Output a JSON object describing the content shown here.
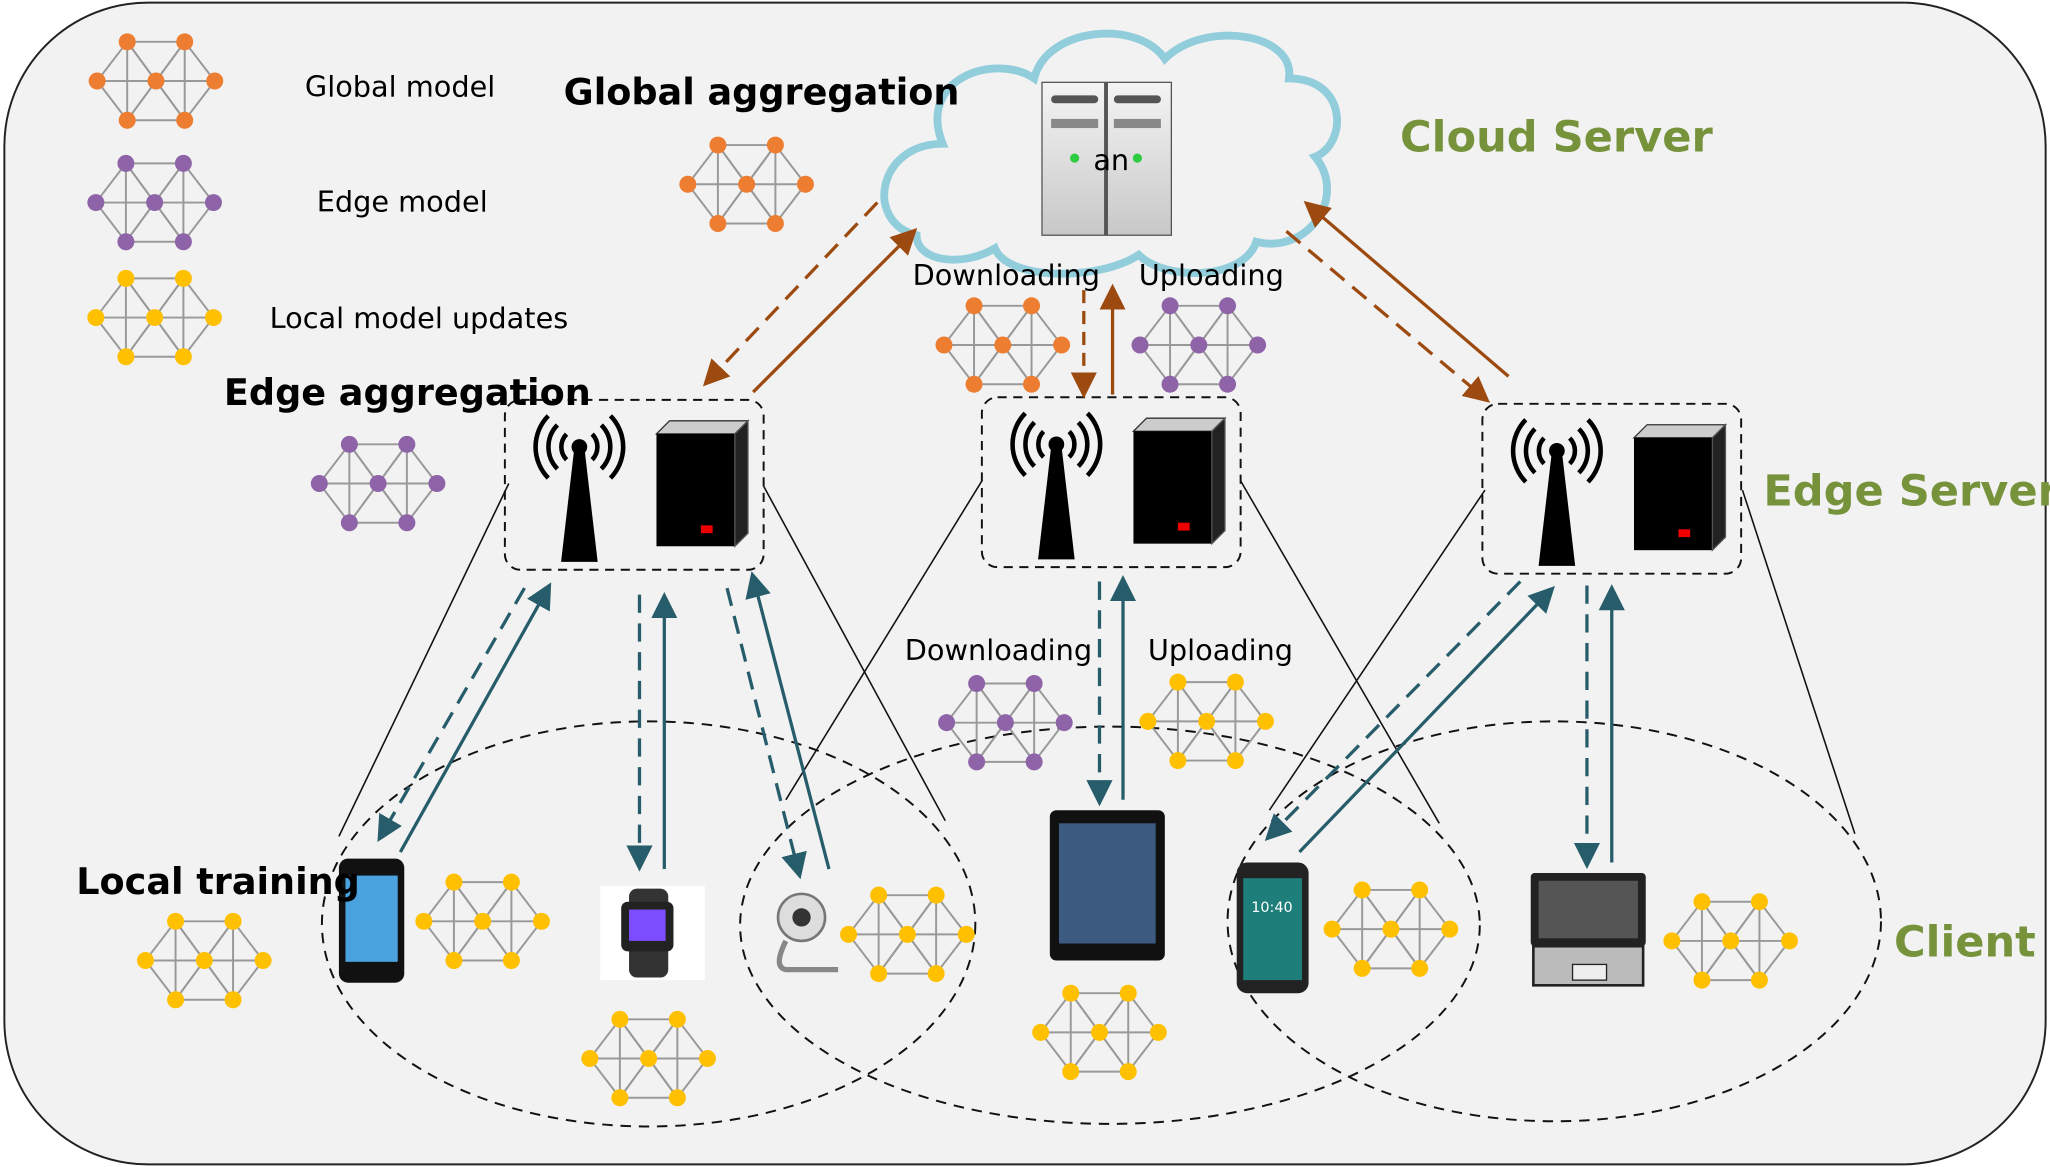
{
  "legend": {
    "global_model": "Global model",
    "edge_model": "Edge model",
    "local_updates": "Local model updates"
  },
  "titles": {
    "global_aggregation": "Global aggregation",
    "edge_aggregation": "Edge aggregation",
    "local_training": "Local training"
  },
  "tiers": {
    "cloud": "Cloud Server",
    "edge": "Edge Server",
    "client": "Client"
  },
  "flows": {
    "downloading": "Downloading",
    "uploading": "Uploading"
  },
  "server_text": "an",
  "colors": {
    "global": "#ed7d31",
    "edge": "#8e63a8",
    "local": "#ffc000",
    "cloud_outline": "#92cddc",
    "cloud_arrows": "#9c4a0f",
    "edge_arrows": "#275d6b",
    "tier_labels": "#76933c"
  }
}
